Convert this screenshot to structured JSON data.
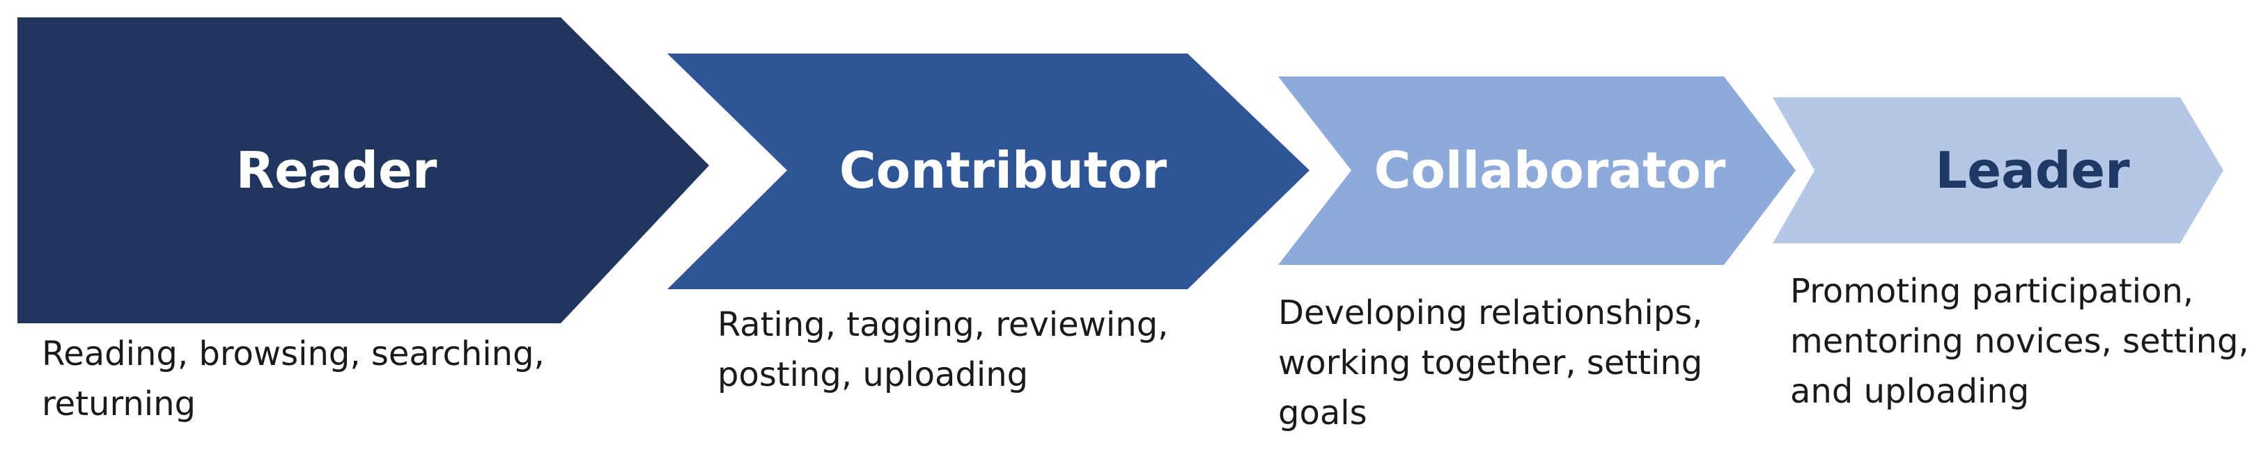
{
  "stages": [
    {
      "title": "Reader",
      "color": "#20365f",
      "title_color": "#ffffff",
      "description": [
        "Reading, browsing, searching,",
        "returning"
      ]
    },
    {
      "title": "Contributor",
      "color": "#2f5597",
      "title_color": "#ffffff",
      "description": [
        "Rating, tagging, reviewing,",
        "posting, uploading"
      ]
    },
    {
      "title": "Collaborator",
      "color": "#8eaadb",
      "title_color": "#ffffff",
      "description": [
        "Developing relationships,",
        "working together, setting",
        "goals"
      ]
    },
    {
      "title": "Leader",
      "color": "#b4c7e7",
      "title_color": "#203864",
      "description": [
        "Promoting participation,",
        "mentoring novices, setting,",
        "and uploading"
      ]
    }
  ]
}
